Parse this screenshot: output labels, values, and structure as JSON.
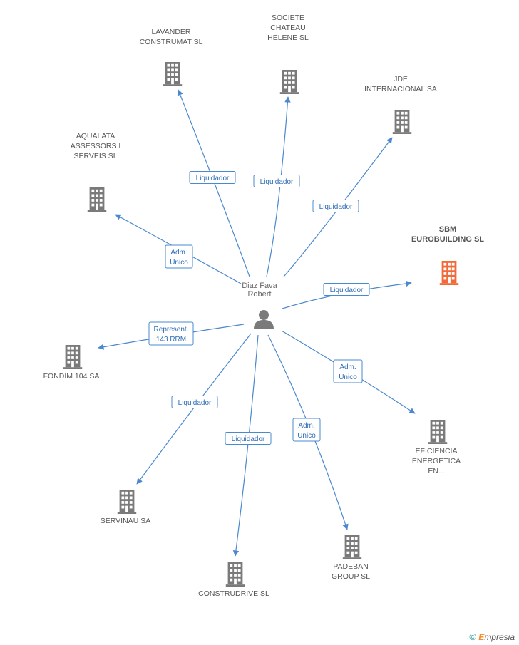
{
  "center": {
    "name_lines": [
      "Diaz Fava",
      "Robert"
    ],
    "icon": "person-icon"
  },
  "companies": [
    {
      "id": "lavander",
      "lines": [
        "LAVANDER",
        "CONSTRUMAT SL"
      ],
      "relation": [
        "Liquidador"
      ],
      "highlight": false
    },
    {
      "id": "societe",
      "lines": [
        "SOCIETE",
        "CHATEAU",
        "HELENE SL"
      ],
      "relation": [
        "Liquidador"
      ],
      "highlight": false
    },
    {
      "id": "jde",
      "lines": [
        "JDE",
        "INTERNACIONAL SA"
      ],
      "relation": [
        "Liquidador"
      ],
      "highlight": false
    },
    {
      "id": "aqualata",
      "lines": [
        "AQUALATA",
        "ASSESSORS I",
        "SERVEIS SL"
      ],
      "relation": [
        "Adm.",
        "Unico"
      ],
      "highlight": false
    },
    {
      "id": "sbm",
      "lines": [
        "SBM",
        "EUROBUILDING SL"
      ],
      "relation": [
        "Liquidador"
      ],
      "highlight": true
    },
    {
      "id": "fondim",
      "lines": [
        "FONDIM 104 SA"
      ],
      "relation": [
        "Represent.",
        "143 RRM"
      ],
      "highlight": false
    },
    {
      "id": "eficiencia",
      "lines": [
        "EFICIENCIA",
        "ENERGETICA",
        "EN..."
      ],
      "relation": [
        "Adm.",
        "Unico"
      ],
      "highlight": false
    },
    {
      "id": "servinau",
      "lines": [
        "SERVINAU SA"
      ],
      "relation": [
        "Liquidador"
      ],
      "highlight": false
    },
    {
      "id": "construdrive",
      "lines": [
        "CONSTRUDRIVE SL"
      ],
      "relation": [
        "Liquidador"
      ],
      "highlight": false
    },
    {
      "id": "padeban",
      "lines": [
        "PADEBAN",
        "GROUP SL"
      ],
      "relation": [
        "Adm.",
        "Unico"
      ],
      "highlight": false
    }
  ],
  "colors": {
    "edge": "#4a88d0",
    "building": "#7a7a7a",
    "building_highlight": "#f26a3a",
    "person": "#7a7a7a"
  },
  "footer": {
    "copyright": "©",
    "brand_initial": "E",
    "brand_rest": "mpresia"
  }
}
